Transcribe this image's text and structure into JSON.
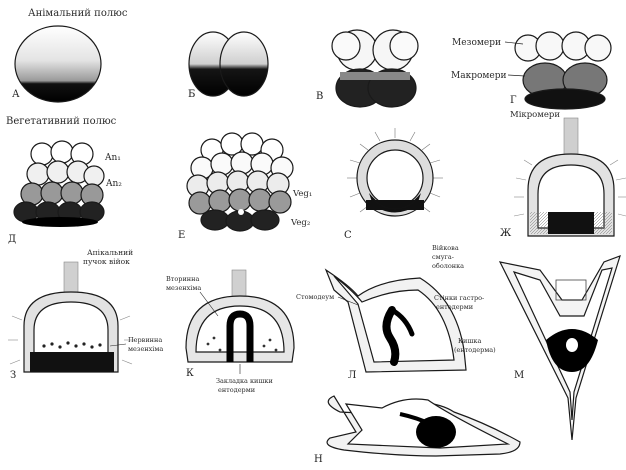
{
  "title": "",
  "labels": {
    "animal_pole": "Анімальний полюс",
    "vegetal_pole": "Вегетативний полюс",
    "mesomeres": "Мезомери",
    "macromeres": "Макромери",
    "micromeres": "Мікромери",
    "an1": "An₁",
    "an2": "An₂",
    "veg1": "Veg₁",
    "veg2": "Veg₂",
    "apical_tuft_l1": "Апікальний",
    "apical_tuft_l2": "пучок війок",
    "inner_mesenchyme_l1": "Вторинна",
    "inner_mesenchyme_l2": "мезенхіма",
    "primary_mesenchyme_l1": "Первинна",
    "primary_mesenchyme_l2": "мезенхіма",
    "archenteron_l1": "Закладка кишки",
    "archenteron_l2": "ентодерми",
    "stomodeum": "Стомодеум",
    "coelom_walls_l1": "Стінки гастро-",
    "coelom_walls_l2": "ентодерми",
    "gut_l1": "Кишка",
    "gut_l2": "(ентодерма)",
    "ciliated_band_l1": "Війкова",
    "ciliated_band_l2": "смуга-",
    "ciliated_band_l3": "оболонка"
  },
  "panel_letters": {
    "a": "А",
    "b": "Б",
    "v": "В",
    "g": "Г",
    "d": "Д",
    "e": "Е",
    "zh": "Ж",
    "s": "С",
    "z": "З",
    "k": "К",
    "l": "Л",
    "m": "М",
    "n": "Н"
  }
}
